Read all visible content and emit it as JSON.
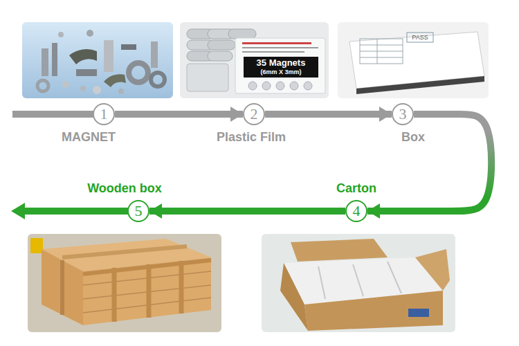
{
  "diagram": {
    "nodes": [
      {
        "text": [
          "1",
          "MAGNET"
        ]
      },
      {
        "text": [
          "2",
          "Plastic Film"
        ]
      },
      {
        "text": [
          "3",
          "Box"
        ]
      },
      {
        "text": [
          "4",
          "Carton"
        ]
      },
      {
        "text": [
          "5",
          "Wooden box"
        ]
      }
    ],
    "edges": [
      {
        "from": 0,
        "to": 1,
        "arrow": "to"
      },
      {
        "from": 1,
        "to": 2,
        "arrow": "to"
      },
      {
        "from": 2,
        "to": 3,
        "arrow": "to"
      },
      {
        "from": 3,
        "to": 4,
        "arrow": "to"
      }
    ],
    "labels": [
      "35 Magnets",
      "(6mm X 3mm)",
      "PASS"
    ]
  }
}
